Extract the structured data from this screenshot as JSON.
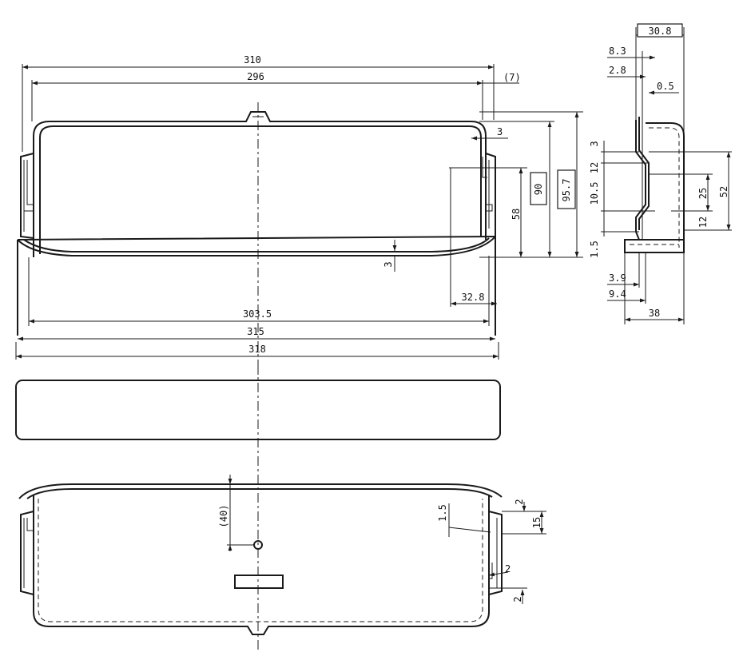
{
  "colors": {
    "line": "#1a1a1a",
    "background": "#ffffff"
  },
  "front_view": {
    "dims": {
      "overall_top": "310",
      "inner_top": "296",
      "offset_top": "(7)",
      "wall_right": "3",
      "basic_90": "90",
      "basic_95_7": "95.7",
      "height_58": "58",
      "bottom_wall": "3",
      "width_32_8": "32.8",
      "w_303_5": "303.5",
      "w_315": "315",
      "w_318": "318"
    }
  },
  "side_view": {
    "dims": {
      "top_30_8": "30.8",
      "d_8_3": "8.3",
      "d_2_8": "2.8",
      "d_0_5": "0.5",
      "d_3": "3",
      "d_12a": "12",
      "d_10_5": "10.5",
      "d_1_5": "1.5",
      "d_25": "25",
      "d_12b": "12",
      "d_52": "52",
      "d_3_9": "3.9",
      "d_9_4": "9.4",
      "d_38": "38"
    }
  },
  "bottom_view": {
    "dims": {
      "d_40": "(40)",
      "d_1_5": "1.5",
      "d_2a": "2",
      "d_15": "15",
      "d_2b": "2",
      "d_2c": "2"
    }
  }
}
